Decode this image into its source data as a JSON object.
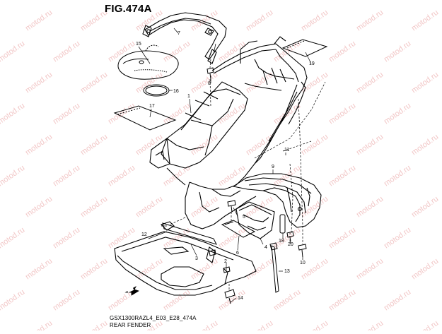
{
  "figure": {
    "title": "FIG.474A",
    "footer_code": "GSX1300RAZL4_E03_E28_474A",
    "footer_name": "REAR FENDER"
  },
  "watermark": {
    "text": "motod.ru",
    "color": "#f2c7c7"
  },
  "callouts": [
    {
      "id": "c1",
      "label": "1"
    },
    {
      "id": "c2",
      "label": "2"
    },
    {
      "id": "c3",
      "label": "3"
    },
    {
      "id": "c4",
      "label": "4"
    },
    {
      "id": "c5",
      "label": "5"
    },
    {
      "id": "c6",
      "label": "6"
    },
    {
      "id": "c7",
      "label": "7"
    },
    {
      "id": "c8",
      "label": "8"
    },
    {
      "id": "c9",
      "label": "9"
    },
    {
      "id": "c10",
      "label": "10"
    },
    {
      "id": "c11",
      "label": "11"
    },
    {
      "id": "c12",
      "label": "12"
    },
    {
      "id": "c13",
      "label": "13"
    },
    {
      "id": "c14",
      "label": "14"
    },
    {
      "id": "c15",
      "label": "15"
    },
    {
      "id": "c16",
      "label": "16"
    },
    {
      "id": "c17",
      "label": "17"
    },
    {
      "id": "c18",
      "label": "18"
    },
    {
      "id": "c19",
      "label": "19"
    },
    {
      "id": "c20",
      "label": "20"
    }
  ]
}
